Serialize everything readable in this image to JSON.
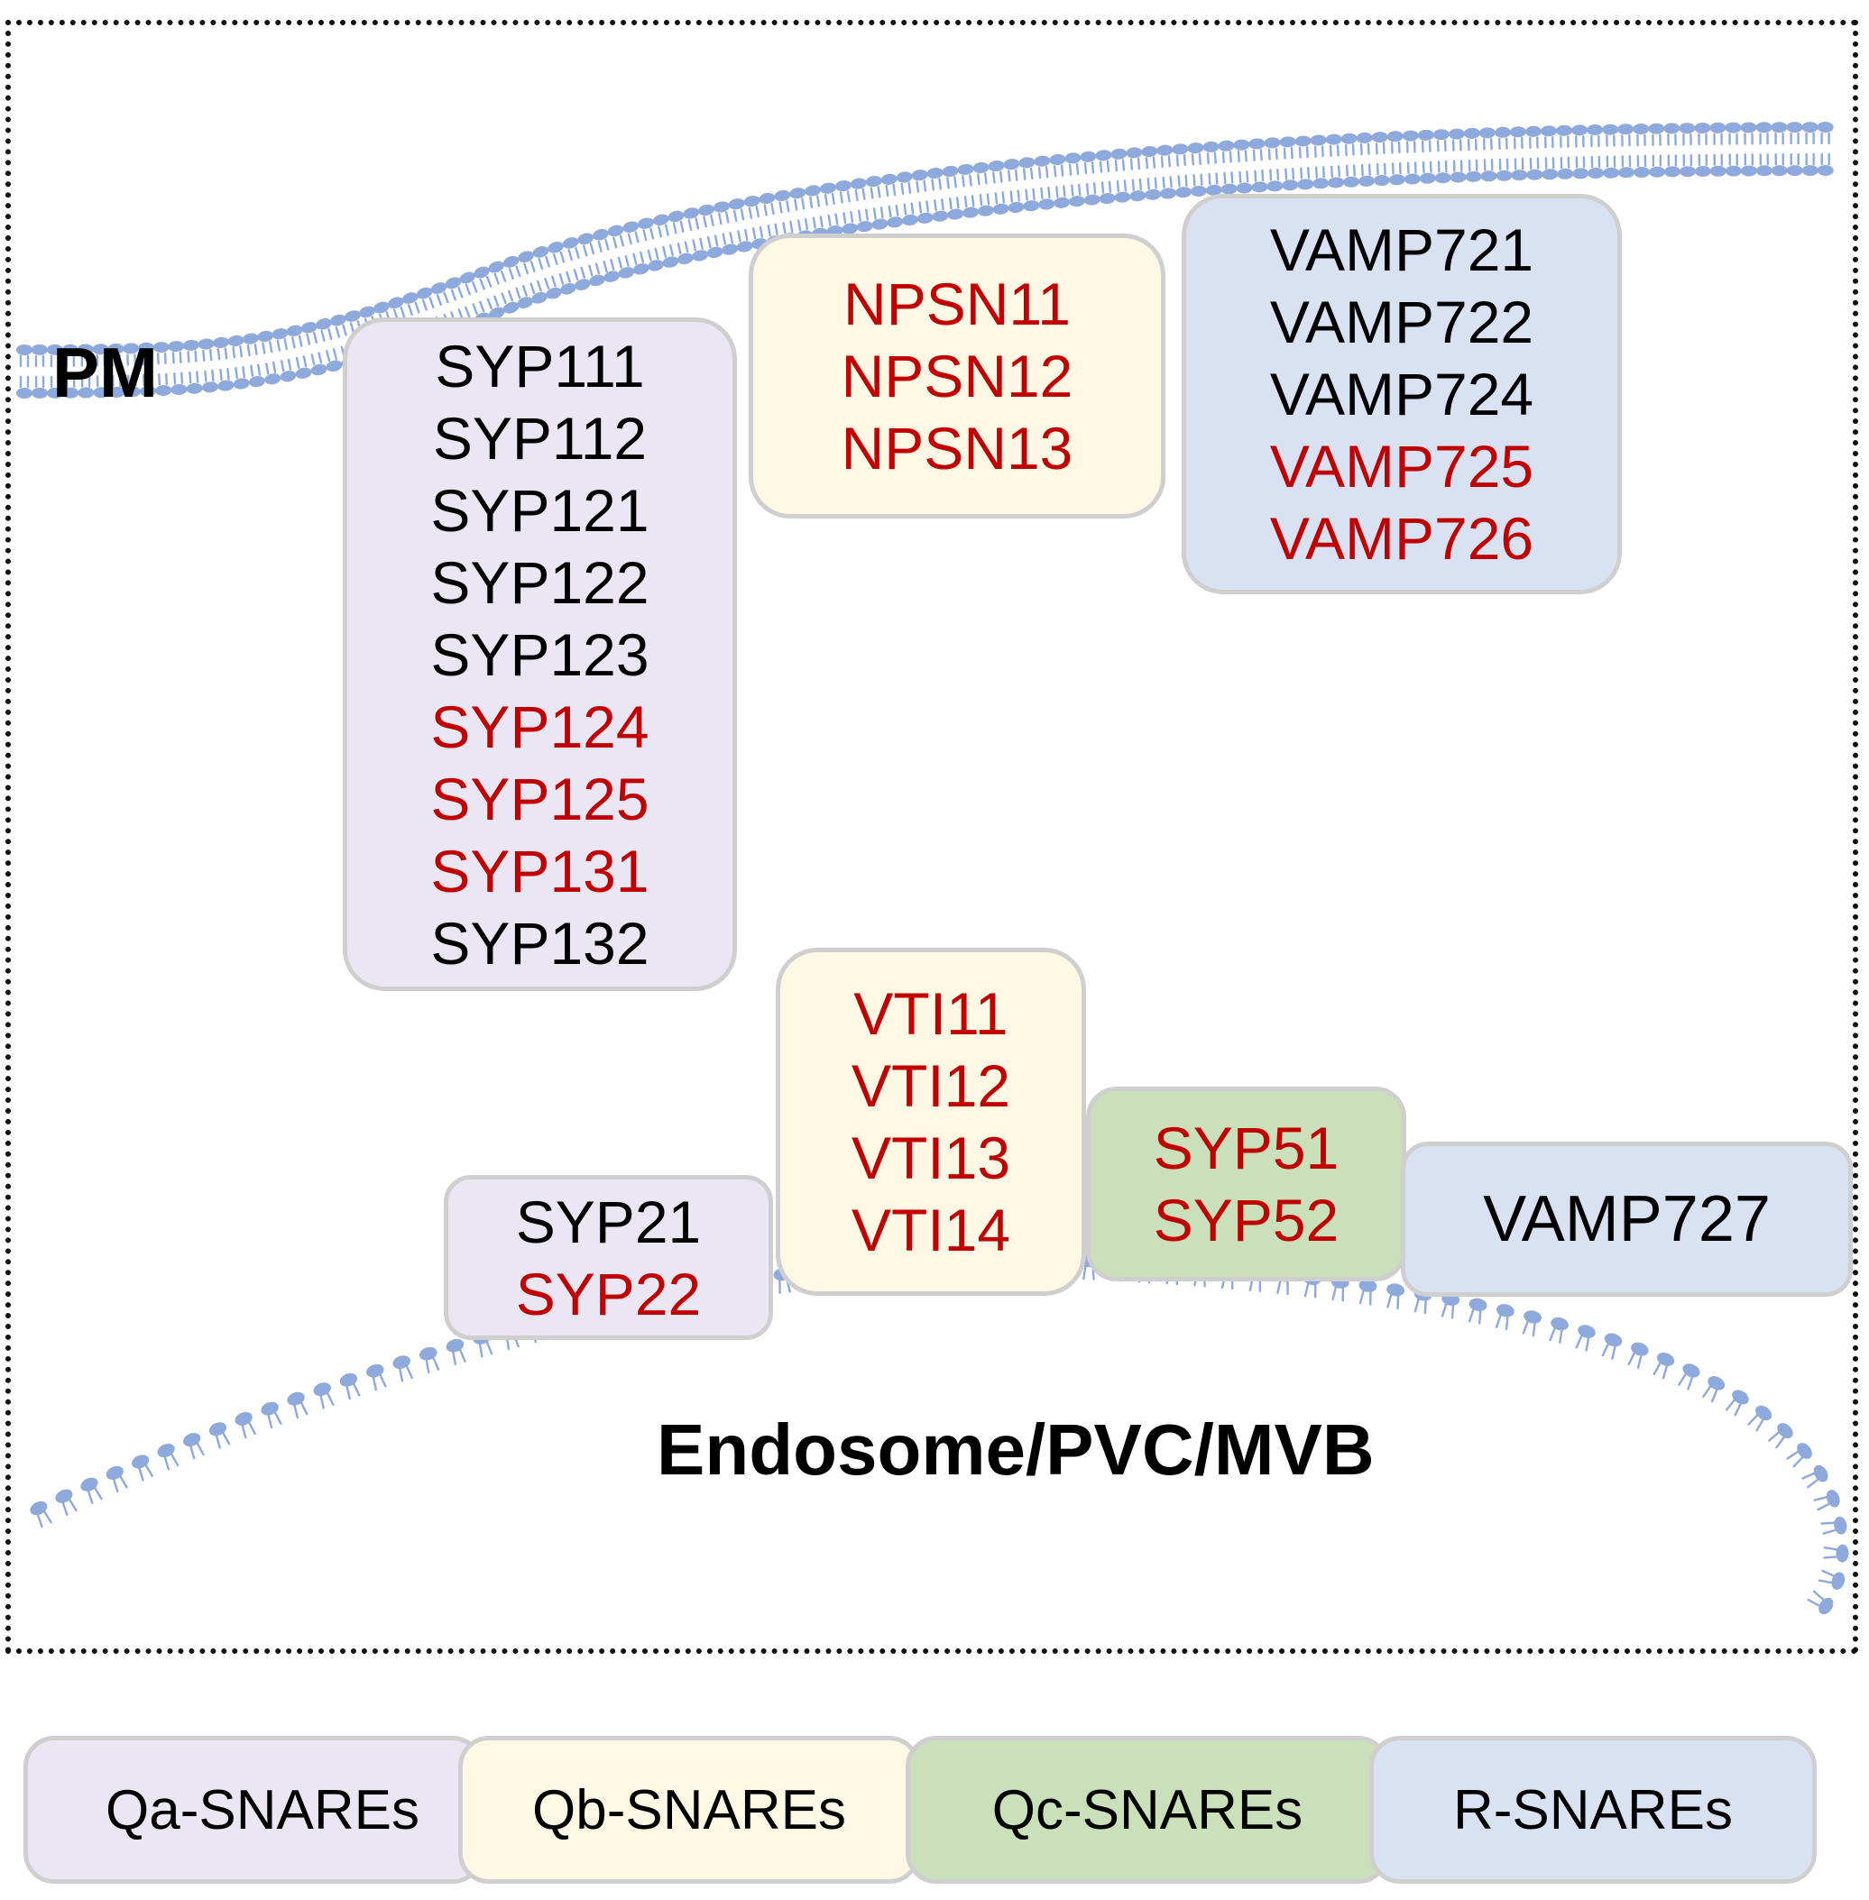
{
  "colors": {
    "membrane": "#8ea9db",
    "qa": "#eae6f3",
    "qb": "#fef8e5",
    "qc": "#c9e0ba",
    "r": "#d9e2f3",
    "highlight_text": "#c00000",
    "normal_text": "#000000"
  },
  "labels": {
    "pm": "PM",
    "endosome": "Endosome/PVC/MVB"
  },
  "groups": {
    "syp1": [
      {
        "name": "SYP111",
        "highlight": false
      },
      {
        "name": "SYP112",
        "highlight": false
      },
      {
        "name": "SYP121",
        "highlight": false
      },
      {
        "name": "SYP122",
        "highlight": false
      },
      {
        "name": "SYP123",
        "highlight": false
      },
      {
        "name": "SYP124",
        "highlight": true
      },
      {
        "name": "SYP125",
        "highlight": true
      },
      {
        "name": "SYP131",
        "highlight": true
      },
      {
        "name": "SYP132",
        "highlight": false
      }
    ],
    "npsn": [
      {
        "name": "NPSN11",
        "highlight": true
      },
      {
        "name": "NPSN12",
        "highlight": true
      },
      {
        "name": "NPSN13",
        "highlight": true
      }
    ],
    "vamp72": [
      {
        "name": "VAMP721",
        "highlight": false
      },
      {
        "name": "VAMP722",
        "highlight": false
      },
      {
        "name": "VAMP724",
        "highlight": false
      },
      {
        "name": "VAMP725",
        "highlight": true
      },
      {
        "name": "VAMP726",
        "highlight": true
      }
    ],
    "vti": [
      {
        "name": "VTI11",
        "highlight": true
      },
      {
        "name": "VTI12",
        "highlight": true
      },
      {
        "name": "VTI13",
        "highlight": true
      },
      {
        "name": "VTI14",
        "highlight": true
      }
    ],
    "syp2": [
      {
        "name": "SYP21",
        "highlight": false
      },
      {
        "name": "SYP22",
        "highlight": true
      }
    ],
    "syp5": [
      {
        "name": "SYP51",
        "highlight": true
      },
      {
        "name": "SYP52",
        "highlight": true
      }
    ],
    "vamp727": [
      {
        "name": "VAMP727",
        "highlight": false
      }
    ]
  },
  "legend": [
    {
      "key": "qa",
      "label": "Qa-SNAREs"
    },
    {
      "key": "qb",
      "label": "Qb-SNAREs"
    },
    {
      "key": "qc",
      "label": "Qc-SNAREs"
    },
    {
      "key": "r",
      "label": "R-SNAREs"
    }
  ]
}
